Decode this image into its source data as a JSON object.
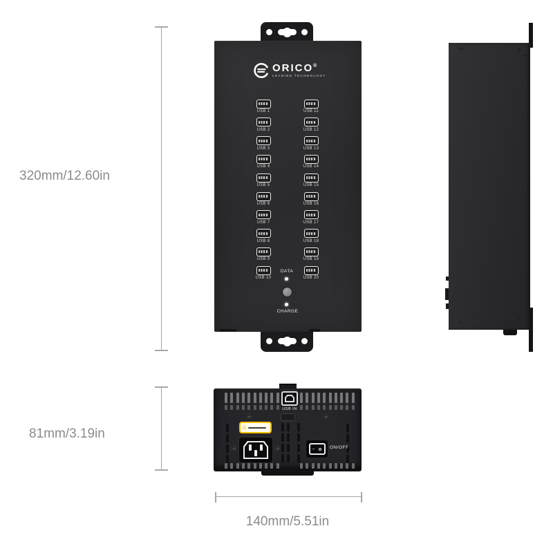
{
  "product": {
    "views": {
      "front": {
        "logo": {
          "brand": "ORICO",
          "registered": "®",
          "tagline": "LEADING TECHNOLOGY"
        },
        "usb_ports": [
          "USB 1",
          "USB 2",
          "USB 3",
          "USB 4",
          "USB 5",
          "USB 6",
          "USB 7",
          "USB 8",
          "USB 9",
          "USB 10",
          "USB 11",
          "USB 12",
          "USB 13",
          "USB 14",
          "USB 15",
          "USB 16",
          "USB 17",
          "USB 18",
          "USB 19",
          "USB 20"
        ],
        "data_led_label": "DATA",
        "charge_led_label": "CHARGE"
      },
      "bottom": {
        "usb_in_label": "USB IN",
        "switch_label": "ON/OFF",
        "switch_symbols": {
          "on": "–",
          "off": "○"
        },
        "warning_label": {
          "icon": "warning-triangle-icon"
        }
      }
    },
    "dimensions": {
      "height_label": "320mm/12.60in",
      "depth_label": "81mm/3.19in",
      "width_label": "140mm/5.51in"
    },
    "colors": {
      "device_body": "#2c2c2e",
      "bracket": "#1b1b1d",
      "warning_accent": "#f2c200",
      "dimension_text": "#8b8b8b",
      "dimension_line": "#a6a6a6",
      "port_outline": "#ebebeb"
    }
  }
}
